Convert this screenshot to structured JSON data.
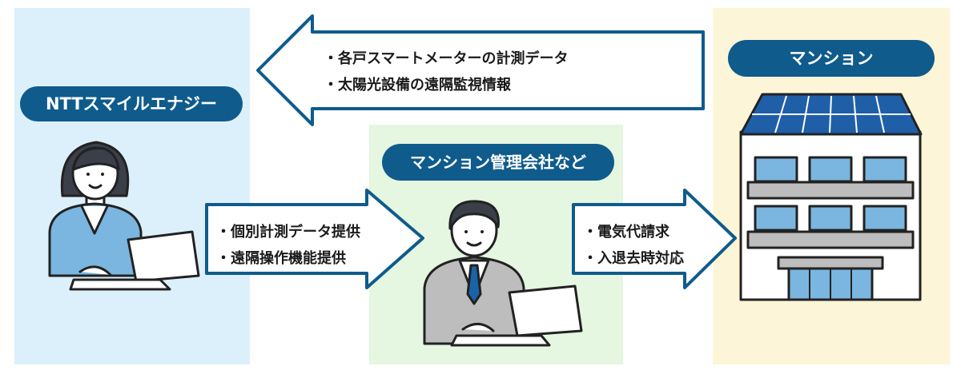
{
  "labels": {
    "ntt": "NTTスマイルエナジー",
    "management": "マンション管理会社など",
    "mansion": "マンション"
  },
  "arrows": {
    "top": [
      "・各戸スマートメーターの計測データ",
      "・太陽光設備の遠隔監視情報"
    ],
    "middle": [
      "・個別計測データ提供",
      "・遠隔操作機能提供"
    ],
    "right": [
      "・電気代請求",
      "・入退去時対応"
    ]
  },
  "colors": {
    "pill": "#0f5b8c",
    "arrow_stroke": "#0f5b8c",
    "zone_left": "#dcf0fb",
    "zone_middle": "#e5f6e1",
    "zone_right": "#fdf5d7"
  },
  "icons": [
    "woman-at-laptop-icon",
    "businessman-at-laptop-icon",
    "apartment-building-icon"
  ]
}
